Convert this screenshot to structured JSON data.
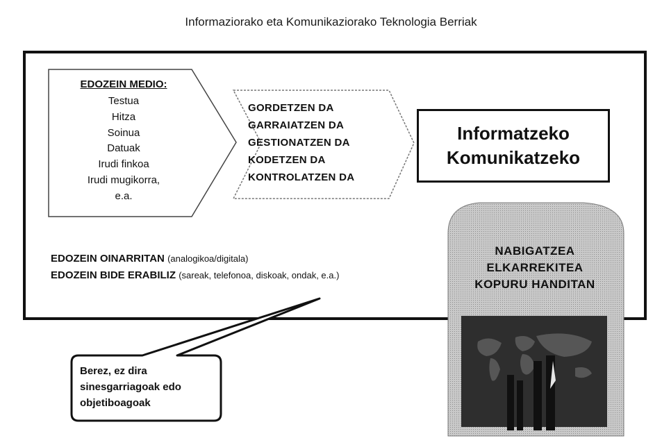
{
  "header": {
    "title": "Informaziorako eta Komunikaziorako Teknologia Berriak"
  },
  "media": {
    "heading": "EDOZEIN MEDIO:",
    "items": [
      "Testua",
      "Hitza",
      "Soinua",
      "Datuak",
      "Irudi finkoa",
      "Irudi mugikorra,",
      "e.a."
    ]
  },
  "actions": {
    "items": [
      "GORDETZEN DA",
      "GARRAIATZEN DA",
      "GESTIONATZEN DA",
      "KODETZEN DA",
      "KONTROLATZEN DA"
    ]
  },
  "goal": {
    "lines": [
      "Informatzeko",
      "Komunikatzeko"
    ]
  },
  "basis": {
    "line1_bold": "EDOZEIN OINARRITAN",
    "line1_note": "(analogikoa/digitala)",
    "line2_bold": "EDOZEIN BIDE ERABILIZ",
    "line2_note": "(sareak, telefonoa, diskoak, ondak, e.a.)"
  },
  "callout": {
    "lines": [
      "Berez, ez dira",
      "sinesgarriagoak edo",
      "objetiboagoak"
    ]
  },
  "navigation": {
    "lines": [
      "NABIGATZEA",
      "ELKARREKITEA",
      "KOPURU HANDITAN"
    ]
  }
}
